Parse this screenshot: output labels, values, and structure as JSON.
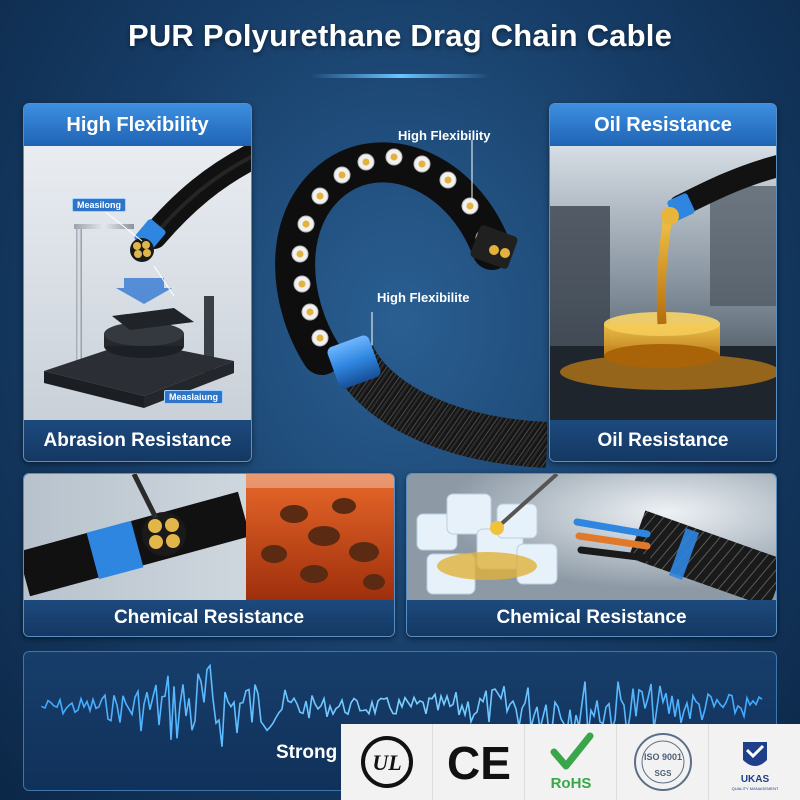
{
  "title": "PUR Polyurethane Drag Chain Cable",
  "panels": {
    "high_flex": {
      "top_caption": "High Flexibility",
      "bottom_caption": "Abrasion Resistance",
      "tag_upper": "Measilong",
      "tag_lower": "Measlaiung"
    },
    "center": {
      "callout_top": "High Flexibility",
      "callout_mid": "High Flexibilite"
    },
    "oil": {
      "top_caption": "Oil Resistance",
      "bottom_caption": "Oil Resistance"
    },
    "chem_left": {
      "caption": "Chemical Resistance"
    },
    "chem_right": {
      "caption": "Chemical Resistance"
    },
    "bottom": {
      "caption": "Strong"
    }
  },
  "certifications": [
    {
      "name": "ul-mark",
      "text": "UL"
    },
    {
      "name": "ce-mark",
      "text": "CE"
    },
    {
      "name": "rohs-mark",
      "text": "RoHS"
    },
    {
      "name": "iso-mark",
      "text": "ISO 9001",
      "sub": "SGS"
    },
    {
      "name": "ukas-mark",
      "text": "UKAS",
      "sub": "QUALITY MANAGEMENT"
    }
  ],
  "colors": {
    "accent_blue": "#2f86e0",
    "cable_black": "#141414",
    "oil_amber": "#d99a1a",
    "chemical_orange": "#d2551c",
    "rohs_green": "#3aa64a",
    "ukas_navy": "#1f3f8a"
  }
}
